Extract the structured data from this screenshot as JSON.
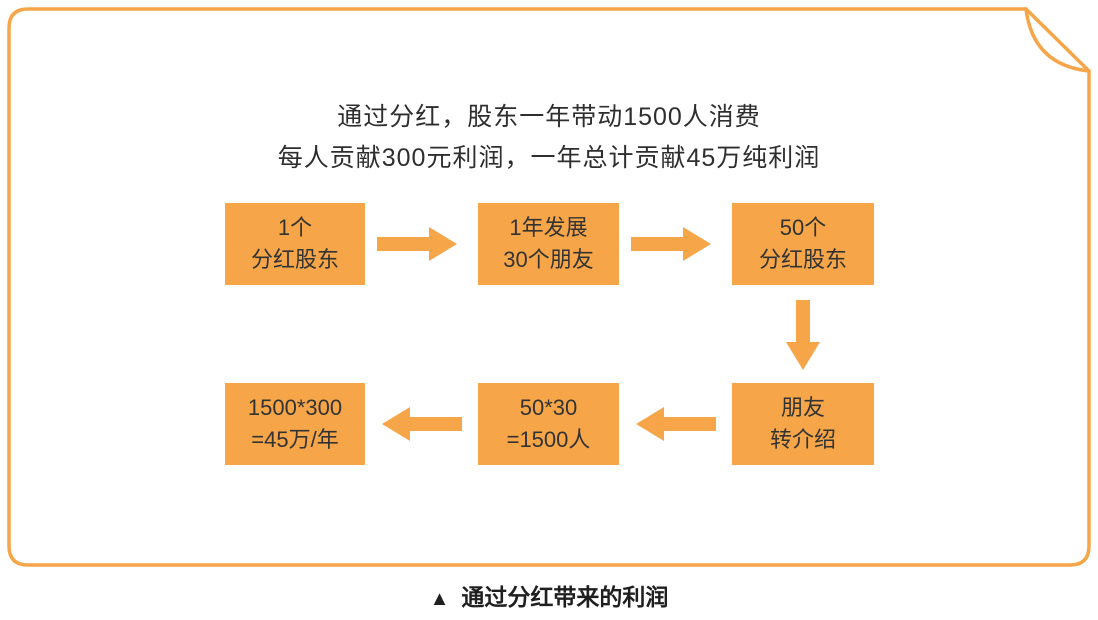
{
  "colors": {
    "accent": "#F6A648"
  },
  "card": {
    "title_line1": "通过分红，股东一年带动1500人消费",
    "title_line2": "每人贡献300元利润，一年总计贡献45万纯利润"
  },
  "flow": {
    "boxes": [
      {
        "line1": "1个",
        "line2": "分红股东"
      },
      {
        "line1": "1年发展",
        "line2": "30个朋友"
      },
      {
        "line1": "50个",
        "line2": "分红股东"
      },
      {
        "line1": "朋友",
        "line2": "转介绍"
      },
      {
        "line1": "50*30",
        "line2": "=1500人"
      },
      {
        "line1": "1500*300",
        "line2": "=45万/年"
      }
    ]
  },
  "caption": {
    "marker": "▲",
    "text": "通过分红带来的利润"
  }
}
